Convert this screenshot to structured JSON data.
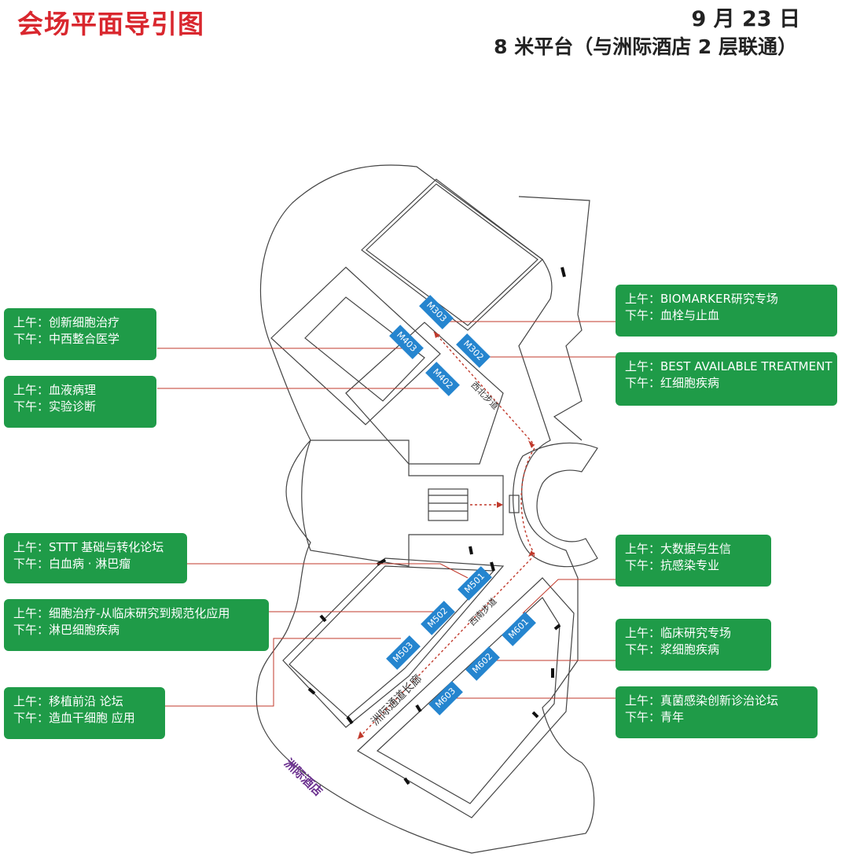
{
  "header": {
    "title": "会场平面导引图",
    "date": "9 月 23 日",
    "subtitle": "8 米平台（与洲际酒店 2 层联通）"
  },
  "colors": {
    "title": "#d9272e",
    "box": "#1f9b48",
    "room": "#2585cf",
    "leader_line": "#c0392b",
    "hotel_label": "#6a2f8e"
  },
  "sessions": [
    {
      "room": "M403",
      "am": "上午：创新细胞治疗",
      "pm": "下午：中西整合医学"
    },
    {
      "room": "M402",
      "am": "上午：血液病理",
      "pm": "下午：实验诊断"
    },
    {
      "room": "M303",
      "am": "上午：BIOMARKER研究专场",
      "pm": "下午：血栓与止血"
    },
    {
      "room": "M302",
      "am": "上午：BEST AVAILABLE TREATMENT",
      "pm": "下午：红细胞疾病"
    },
    {
      "room": "M501",
      "am": "上午：STTT 基础与转化论坛",
      "pm": "下午：白血病 · 淋巴瘤"
    },
    {
      "room": "M502",
      "am": "上午：细胞治疗-从临床研究到规范化应用",
      "pm": "下午：淋巴细胞疾病"
    },
    {
      "room": "M503",
      "am": "上午：移植前沿 论坛",
      "pm": "下午：造血干细胞 应用"
    },
    {
      "room": "M601",
      "am": "上午：大数据与生信",
      "pm": "下午：抗感染专业"
    },
    {
      "room": "M602",
      "am": "上午：临床研究专场",
      "pm": "下午：浆细胞疾病"
    },
    {
      "room": "M603",
      "am": "上午：真菌感染创新诊治论坛",
      "pm": "下午：青年"
    }
  ],
  "rooms": [
    "M303",
    "M302",
    "M403",
    "M402",
    "M501",
    "M502",
    "M503",
    "M601",
    "M602",
    "M603"
  ],
  "labels": {
    "northwest_walkway": "西北步道",
    "southwest_walkway": "西南步道",
    "intercontinental_corridor": "洲际通道长廊",
    "hotel": "洲际酒店"
  }
}
